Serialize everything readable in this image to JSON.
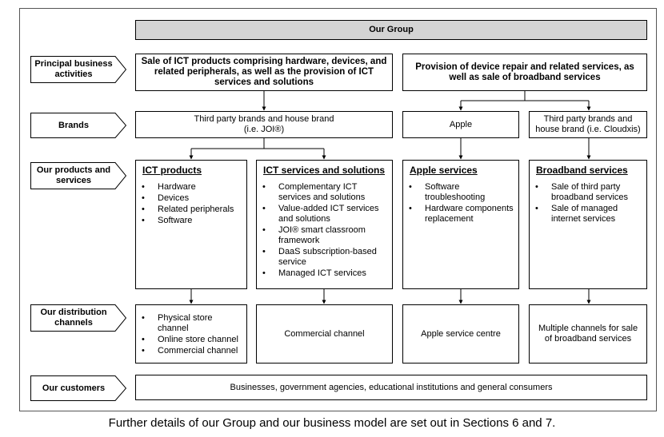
{
  "group_title": "Our Group",
  "labels": {
    "activities": "Principal business activities",
    "brands": "Brands",
    "products": "Our products and services",
    "channels": "Our distribution channels",
    "customers": "Our customers"
  },
  "activities": {
    "left": "Sale of ICT products comprising hardware, devices, and related peripherals, as well as the provision of ICT services and solutions",
    "right": "Provision of device repair and related services, as well as sale of broadband services"
  },
  "brands": {
    "third_party_line1": "Third party brands and house brand",
    "third_party_line2": "(i.e. JOI®)",
    "apple": "Apple",
    "broadband_line1": "Third party brands and",
    "broadband_line2": "house brand (i.e. Cloudxis)"
  },
  "products": {
    "ict_products": {
      "title": "ICT products",
      "items": [
        "Hardware",
        "Devices",
        "Related peripherals",
        "Software"
      ]
    },
    "ict_services": {
      "title": "ICT services and solutions",
      "items": [
        "Complementary ICT services and solutions",
        "Value-added ICT services and solutions",
        "JOI® smart classroom framework",
        "DaaS subscription-based service",
        "Managed ICT services"
      ]
    },
    "apple_services": {
      "title": "Apple services",
      "items": [
        "Software troubleshooting",
        "Hardware components replacement"
      ]
    },
    "broadband_services": {
      "title": "Broadband services",
      "items": [
        "Sale of third party broadband services",
        "Sale of managed internet services"
      ]
    }
  },
  "channels": {
    "ict_products_items": [
      "Physical store channel",
      "Online store channel",
      "Commercial channel"
    ],
    "ict_services": "Commercial channel",
    "apple": "Apple service centre",
    "broadband": "Multiple channels for sale of broadband services"
  },
  "customers": "Businesses, government agencies, educational institutions and general consumers",
  "footer": "Further details of our Group and our business model are set out in Sections 6 and 7."
}
